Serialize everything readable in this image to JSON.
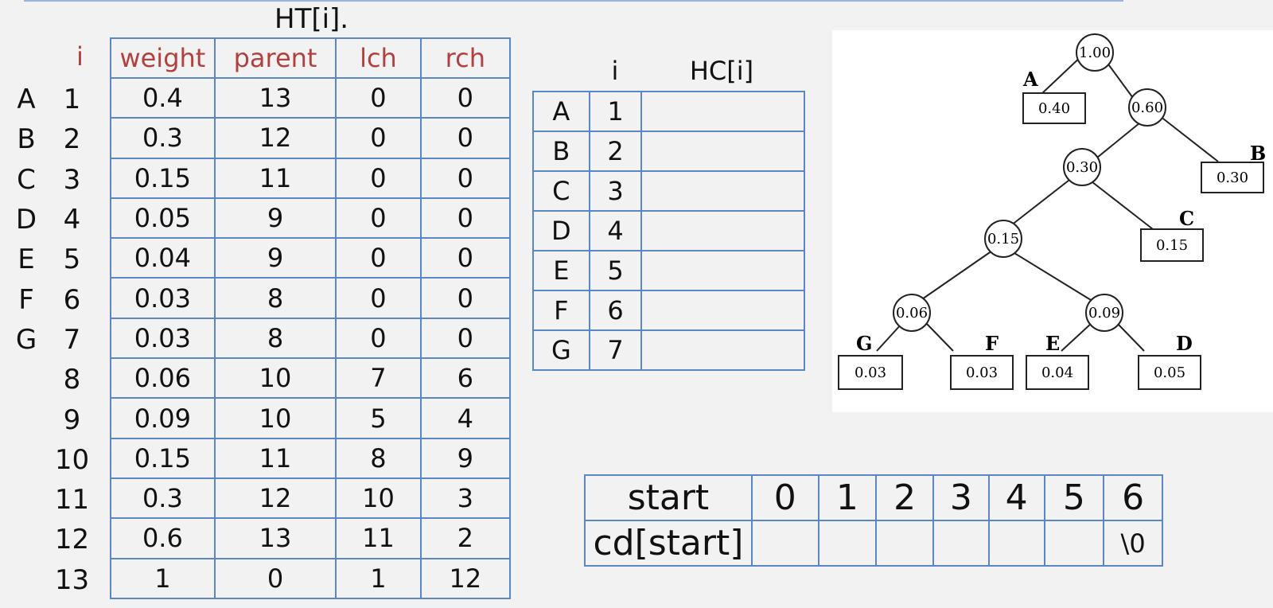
{
  "ht": {
    "title": "HT[i].",
    "index_header": "i",
    "columns": [
      "weight",
      "parent",
      "lch",
      "rch"
    ],
    "rows": [
      {
        "letter": "A",
        "i": "1",
        "cells": [
          "0.4",
          "13",
          "0",
          "0"
        ]
      },
      {
        "letter": "B",
        "i": "2",
        "cells": [
          "0.3",
          "12",
          "0",
          "0"
        ]
      },
      {
        "letter": "C",
        "i": "3",
        "cells": [
          "0.15",
          "11",
          "0",
          "0"
        ]
      },
      {
        "letter": "D",
        "i": "4",
        "cells": [
          "0.05",
          "9",
          "0",
          "0"
        ]
      },
      {
        "letter": "E",
        "i": "5",
        "cells": [
          "0.04",
          "9",
          "0",
          "0"
        ]
      },
      {
        "letter": "F",
        "i": "6",
        "cells": [
          "0.03",
          "8",
          "0",
          "0"
        ]
      },
      {
        "letter": "G",
        "i": "7",
        "cells": [
          "0.03",
          "8",
          "0",
          "0"
        ]
      },
      {
        "letter": "",
        "i": "8",
        "cells": [
          "0.06",
          "10",
          "7",
          "6"
        ]
      },
      {
        "letter": "",
        "i": "9",
        "cells": [
          "0.09",
          "10",
          "5",
          "4"
        ]
      },
      {
        "letter": "",
        "i": "10",
        "cells": [
          "0.15",
          "11",
          "8",
          "9"
        ]
      },
      {
        "letter": "",
        "i": "11",
        "cells": [
          "0.3",
          "12",
          "10",
          "3"
        ]
      },
      {
        "letter": "",
        "i": "12",
        "cells": [
          "0.6",
          "13",
          "11",
          "2"
        ]
      },
      {
        "letter": "",
        "i": "13",
        "cells": [
          "1",
          "0",
          "1",
          "12"
        ]
      }
    ]
  },
  "hc": {
    "index_header": "i",
    "code_header": "HC[i]",
    "rows": [
      {
        "letter": "A",
        "i": "1",
        "code": ""
      },
      {
        "letter": "B",
        "i": "2",
        "code": ""
      },
      {
        "letter": "C",
        "i": "3",
        "code": ""
      },
      {
        "letter": "D",
        "i": "4",
        "code": ""
      },
      {
        "letter": "E",
        "i": "5",
        "code": ""
      },
      {
        "letter": "F",
        "i": "6",
        "code": ""
      },
      {
        "letter": "G",
        "i": "7",
        "code": ""
      }
    ]
  },
  "cd": {
    "start_label": "start",
    "cd_label": "cd[start]",
    "indices": [
      "0",
      "1",
      "2",
      "3",
      "4",
      "5",
      "6"
    ],
    "values": [
      "",
      "",
      "",
      "",
      "",
      "",
      "\\0"
    ]
  },
  "tree": {
    "internal_nodes": [
      "1.00",
      "0.60",
      "0.30",
      "0.15",
      "0.06",
      "0.09"
    ],
    "leaves": [
      {
        "label": "A",
        "value": "0.40"
      },
      {
        "label": "B",
        "value": "0.30"
      },
      {
        "label": "C",
        "value": "0.15"
      },
      {
        "label": "G",
        "value": "0.03"
      },
      {
        "label": "F",
        "value": "0.03"
      },
      {
        "label": "E",
        "value": "0.04"
      },
      {
        "label": "D",
        "value": "0.05"
      }
    ]
  },
  "colors": {
    "grid": "#5b86c5",
    "header": "#b0413e",
    "background": "#f2f2f2"
  }
}
